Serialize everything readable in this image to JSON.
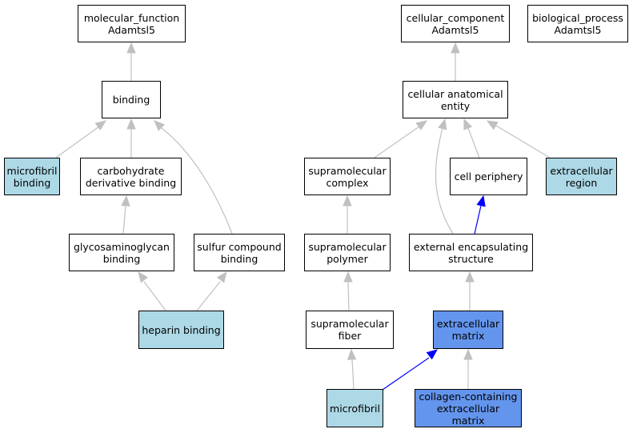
{
  "colors": {
    "white": "#ffffff",
    "light": "#add8e6",
    "dark": "#6495ed",
    "edge_gray": "#c0c0c0",
    "edge_blue": "#0000ff"
  },
  "nodes": {
    "mf_root": "molecular_function\nAdamtsl5",
    "cc_root": "cellular_component\nAdamtsl5",
    "bp_root": "biological_process\nAdamtsl5",
    "binding": "binding",
    "cae": "cellular anatomical\nentity",
    "microfibril_binding": "microfibril\nbinding",
    "carb_binding": "carbohydrate\nderivative binding",
    "supra_complex": "supramolecular\ncomplex",
    "cell_periphery": "cell periphery",
    "extracellular_region": "extracellular\nregion",
    "gag_binding": "glycosaminoglycan\nbinding",
    "sulfur_binding": "sulfur compound\nbinding",
    "supra_polymer": "supramolecular\npolymer",
    "ext_encapsulating": "external encapsulating\nstructure",
    "heparin_binding": "heparin binding",
    "supra_fiber": "supramolecular\nfiber",
    "ecm": "extracellular\nmatrix",
    "microfibril": "microfibril",
    "collagen_ecm": "collagen-containing\nextracellular\nmatrix"
  }
}
